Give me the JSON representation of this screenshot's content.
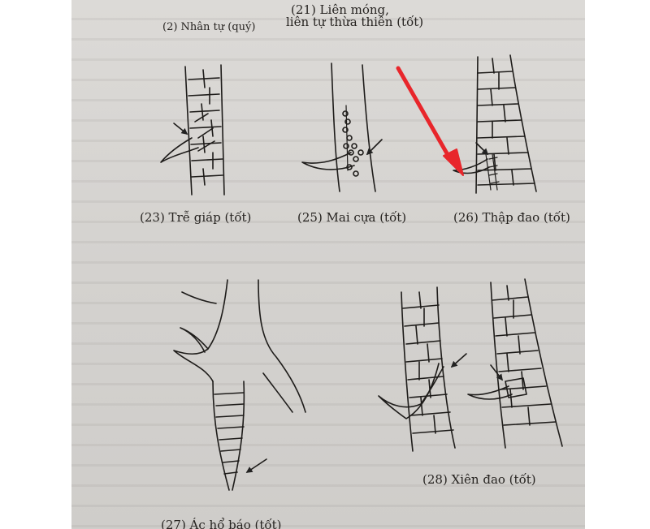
{
  "header": {
    "line1": "(21) Liên móng,",
    "line2": "liên tự thừa thiên (tốt)",
    "left": "(2) Nhân tự (quý)"
  },
  "captions": {
    "c23": "(23) Trễ giáp (tốt)",
    "c25": "(25) Mai cựa (tốt)",
    "c26": "(26) Thập đao (tốt)",
    "c27": "(27) Ác hổ báo (tốt)",
    "c28": "(28) Xiên đao (tốt)"
  },
  "annotation": {
    "arrow_color": "#e8262b"
  }
}
